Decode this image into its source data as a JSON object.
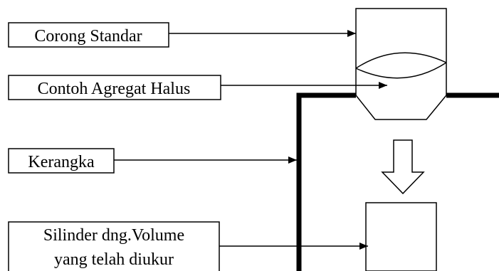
{
  "labels": {
    "funnel": "Corong Standar",
    "sample": "Contoh Agregat Halus",
    "frame": "Kerangka",
    "cylinder_line1": "Silinder dng.Volume",
    "cylinder_line2": "yang telah diukur"
  },
  "colors": {
    "stroke": "#000000",
    "background": "#ffffff"
  }
}
